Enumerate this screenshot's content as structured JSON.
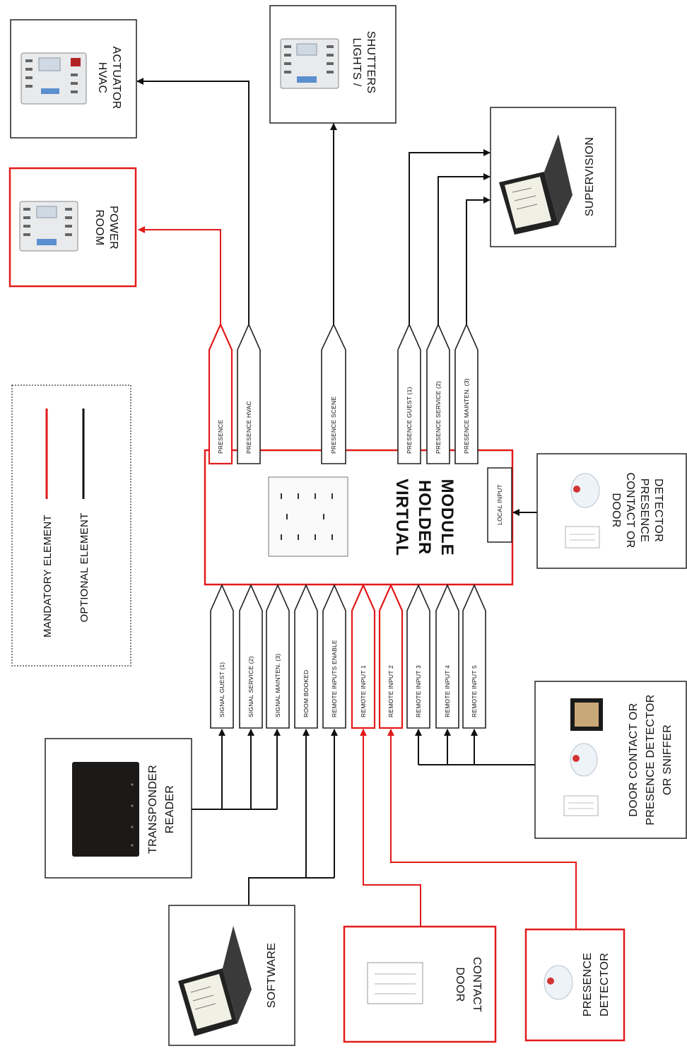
{
  "colors": {
    "mandatory": "#e21a1a",
    "optional": "#111111",
    "box_border": "#222222"
  },
  "module": {
    "title_line1": "VIRTUAL",
    "title_line2": "HOLDER",
    "title_line3": "MODULE",
    "local_input": "LOCAL INPUT"
  },
  "outputs": {
    "presence": "PRESENCE",
    "presence_hvac": "PRESENCE HVAC",
    "presence_scene": "PRESENCE SCENE",
    "presence_guest": "PRESENCE GUEST (1)",
    "presence_service": "PRESENCE SERVICE (2)",
    "presence_mainten": "PRESENCE MAINTEN. (3)"
  },
  "inputs": {
    "signal_guest": "SIGNAL GUEST (1)",
    "signal_service": "SIGNAL SERVICE (2)",
    "signal_mainten": "SIGNAL MAINTEN. (3)",
    "room_booked": "ROOM BOOKED",
    "remote_inputs_enable": "REMOTE INPUTS ENABLE",
    "remote_input_1": "REMOTE INPUT 1",
    "remote_input_2": "REMOTE INPUT 2",
    "remote_input_3": "REMOTE INPUT 3",
    "remote_input_4": "REMOTE INPUT 4",
    "remote_input_5": "REMOTE INPUT 5"
  },
  "devices": {
    "hvac_line1": "HVAC",
    "hvac_line2": "ACTUATOR",
    "lights_line1": "LIGHTS /",
    "lights_line2": "SHUTTERS",
    "supervision": "SUPERVISION",
    "room_power_line1": "ROOM",
    "room_power_line2": "POWER",
    "door_presence_line1": "DOOR",
    "door_presence_line2": "CONTACT OR",
    "door_presence_line3": "PRESENCE",
    "door_presence_line4": "DETECTOR",
    "sniffer_line1": "DOOR  CONTACT OR",
    "sniffer_line2": "PRESENCE DETECTOR",
    "sniffer_line3": "OR SNIFFER",
    "transponder_line1": "TRANSPONDER",
    "transponder_line2": "READER",
    "software": "SOFTWARE",
    "door_contact_line1": "DOOR",
    "door_contact_line2": "CONTACT",
    "presence_detector_line1": "PRESENCE",
    "presence_detector_line2": "DETECTOR"
  },
  "legend": {
    "mandatory": "MANDATORY ELEMENT",
    "optional": "OPTIONAL ELEMENT"
  }
}
